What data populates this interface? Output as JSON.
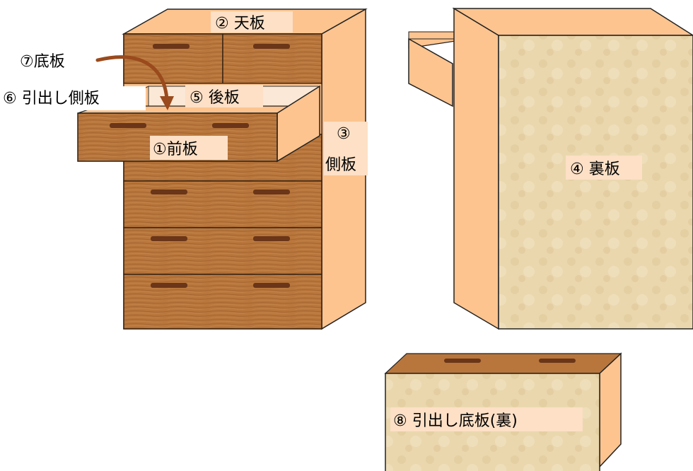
{
  "diagram": {
    "labels": {
      "front_board": "①前板",
      "top_board": "② 天板",
      "side_board_num": "③",
      "side_board_text": "側板",
      "back_panel": "④ 裏板",
      "back_board": "⑤ 後板",
      "drawer_side_board": "⑥ 引出し側板",
      "bottom_board": "⑦底板",
      "drawer_bottom_back": "⑧ 引出し底板(裏)"
    },
    "colors": {
      "panel_peach": "#fdc48f",
      "wood_brown": "#b5733a",
      "wood_dark": "#8a4e22",
      "handle": "#6a3518",
      "beige": "#e9d6ac",
      "arrow": "#9a4a1c",
      "label_bg": "#fde0c6"
    }
  }
}
